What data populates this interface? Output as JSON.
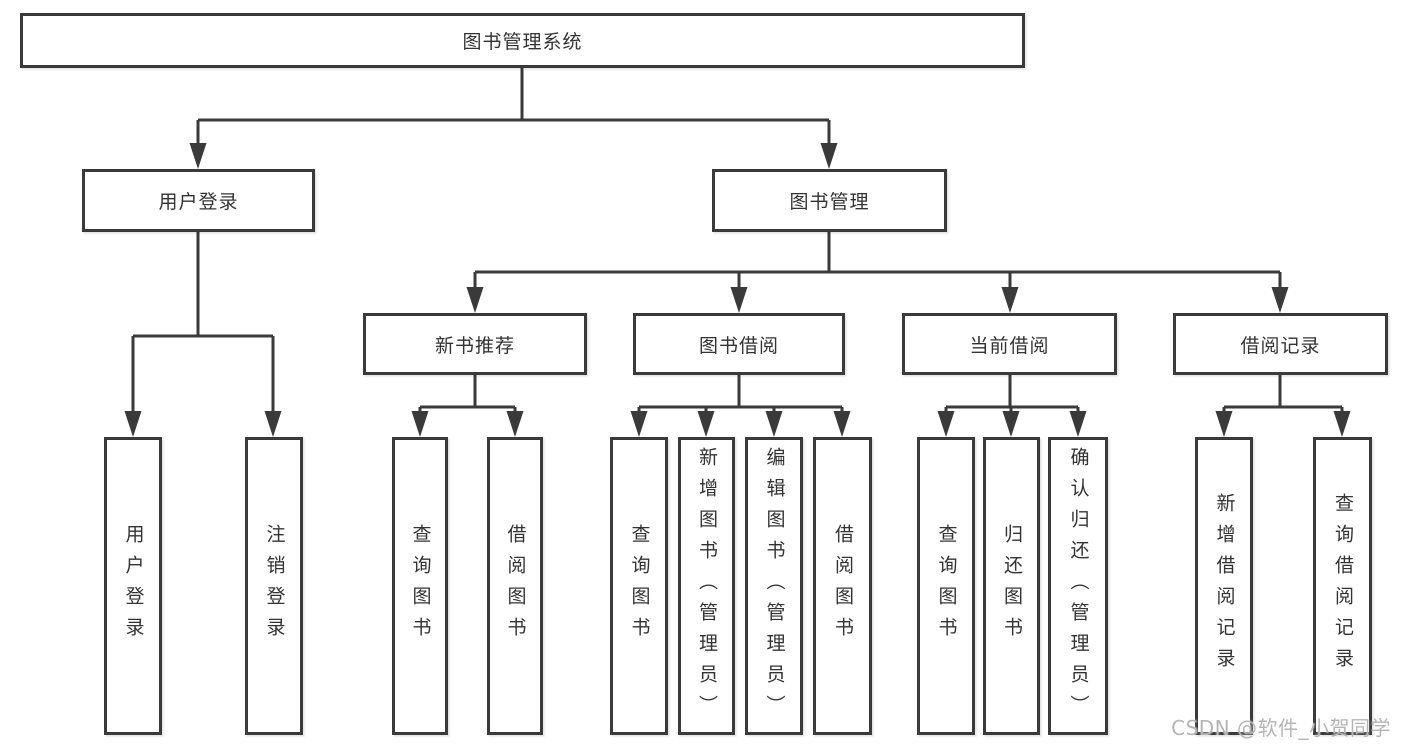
{
  "diagram": {
    "title_node": "图书管理系统",
    "level2": {
      "user_login": "用户登录",
      "book_management": "图书管理"
    },
    "level3": {
      "new_book_recommend": "新书推荐",
      "book_borrowing": "图书借阅",
      "current_borrowing": "当前借阅",
      "borrowing_records": "借阅记录"
    },
    "leaves": [
      "用户登录",
      "注销登录",
      "查询图书",
      "借阅图书",
      "查询图书",
      "新增图书（管理员）",
      "编辑图书（管理员）",
      "借阅图书",
      "查询图书",
      "归还图书",
      "确认归还（管理员）",
      "新增借阅记录",
      "查询借阅记录"
    ]
  },
  "watermark": "CSDN @软件_小贺同学",
  "colors": {
    "line": "#3a3a3a",
    "text": "#333333",
    "watermark": "#b5b5b5",
    "background": "#ffffff"
  }
}
